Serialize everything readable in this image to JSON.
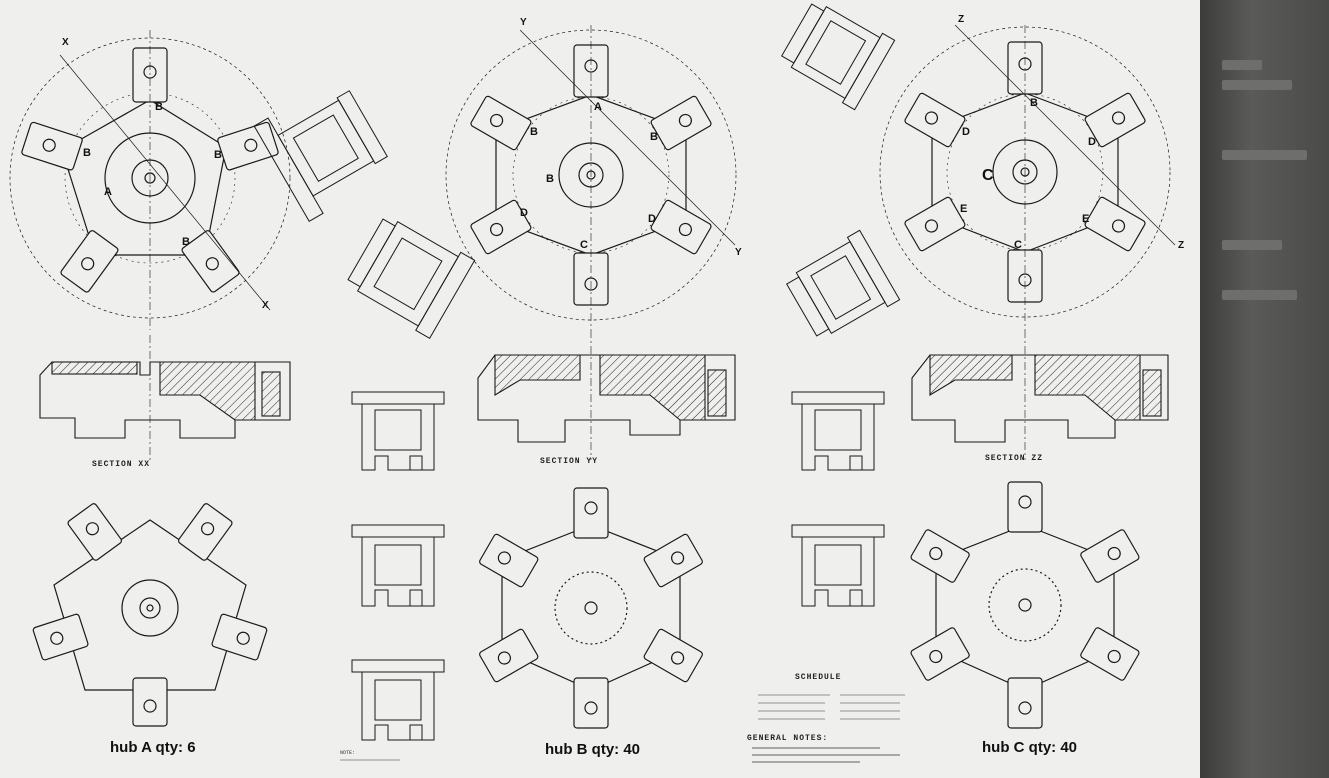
{
  "hubs": [
    {
      "title": "hub A  qty: 6",
      "section": "SECTION XX",
      "axis": "X",
      "center_letter": "A",
      "lug_letters": [
        "B",
        "B",
        "B",
        "B"
      ]
    },
    {
      "title": "hub B  qty: 40",
      "section": "SECTION YY",
      "axis": "Y",
      "center_letter": "B",
      "lug_letters": [
        "A",
        "B",
        "D",
        "D",
        "C",
        "B"
      ]
    },
    {
      "title": "hub C  qty: 40",
      "section": "SECTION ZZ",
      "axis": "Z",
      "center_letter": "C",
      "lug_letters": [
        "B",
        "D",
        "D",
        "E",
        "C",
        "E"
      ]
    }
  ],
  "schedule": {
    "title": "SCHEDULE"
  },
  "notes": {
    "title": "GENERAL NOTES:",
    "left_title": "NOTE:"
  }
}
